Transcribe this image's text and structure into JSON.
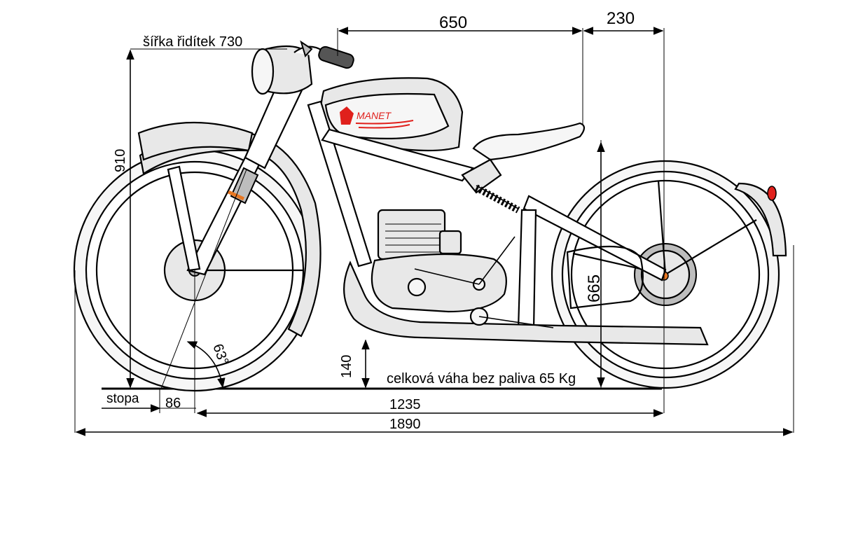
{
  "dimensions": {
    "handlebar_width": "šířka řidítek 730",
    "frame_length": "650",
    "rear_overhang": "230",
    "height_total": "910",
    "seat_height": "665",
    "ground_clearance": "140",
    "rake_angle": "63°",
    "trail_label": "stopa",
    "trail_value": "86",
    "wheelbase": "1235",
    "overall_length": "1890"
  },
  "notes": {
    "weight": "celková váha bez paliva 65 Kg"
  },
  "tank_logo": "MANET",
  "colors": {
    "line": "#000000",
    "body_fill": "#e8e8e8",
    "dark_fill": "#bdbdbd",
    "logo_red": "#e0201c",
    "fork_ring": "#e87722"
  }
}
